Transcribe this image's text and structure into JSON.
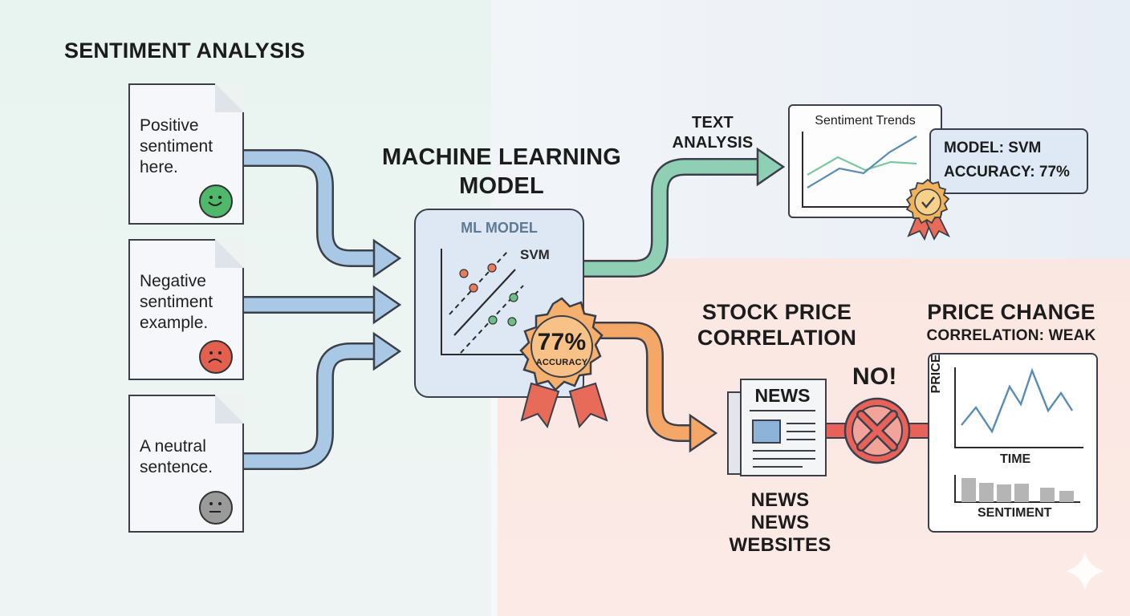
{
  "title": "SENTIMENT ANALYSIS",
  "documents": [
    {
      "text_lines": [
        "Positive",
        "sentiment",
        "here."
      ],
      "face": "happy-face-icon",
      "color": "#4fb86a"
    },
    {
      "text_lines": [
        "Negative",
        "sentiment",
        "example."
      ],
      "face": "sad-face-icon",
      "color": "#e3604f"
    },
    {
      "text_lines": [
        "A neutral",
        "sentence."
      ],
      "face": "neutral-face-icon",
      "color": "#9a9a9a"
    }
  ],
  "ml": {
    "title_lines": [
      "MACHINE LEARNING",
      "MODEL"
    ],
    "box_title": "ML MODEL",
    "svm": "SVM",
    "badge_value": "77%",
    "badge_label": "ACCURACY"
  },
  "text_analysis": [
    "TEXT",
    "ANALYSIS"
  ],
  "trends": {
    "title": "Sentiment Trends",
    "model_line": "MODEL: SVM",
    "accuracy_line": "ACCURACY: 77%"
  },
  "stock": {
    "title_lines": [
      "STOCK PRICE",
      "CORRELATION"
    ],
    "news_head": "NEWS",
    "news_caption": [
      "NEWS",
      "NEWS",
      "WEBSITES"
    ],
    "no": "NO!"
  },
  "price": {
    "title": "PRICE CHANGE",
    "subtitle": "CORRELATION: WEAK",
    "y_label": "PRICE",
    "x_label": "TIME",
    "bar_label": "SENTIMENT"
  },
  "colors": {
    "blue_arrow": "#a9c8e6",
    "green_arrow": "#8fd0b5",
    "orange_arrow": "#f4a766",
    "badge": "#f5b06e",
    "ribbon": "#e86a58",
    "red_x": "#e8625a"
  }
}
